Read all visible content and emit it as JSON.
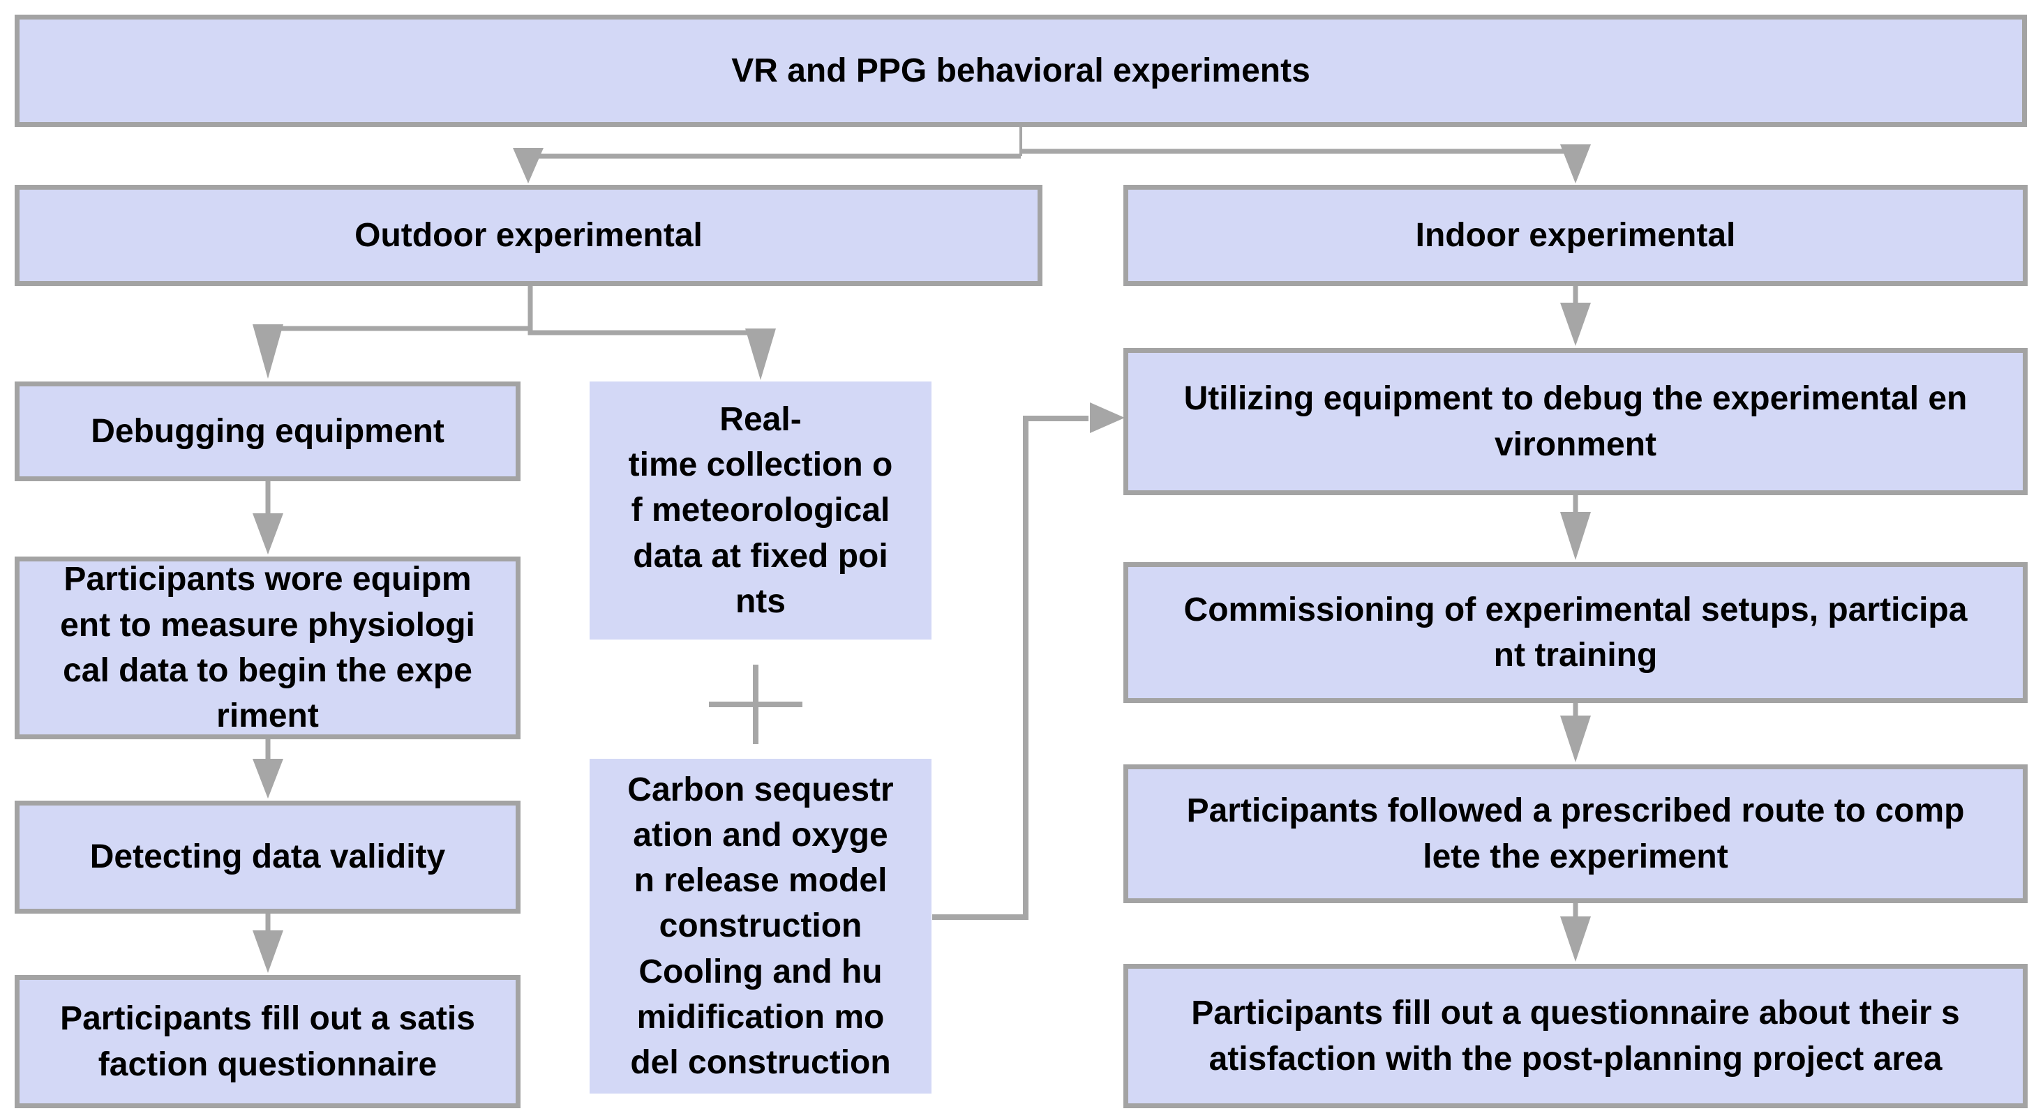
{
  "diagram": {
    "root": {
      "label": "VR and PPG behavioral experiments"
    },
    "outdoor": {
      "label": "Outdoor experimental",
      "steps": [
        [
          "Debugging equipment"
        ],
        [
          "Participants wore equipm",
          "ent to measure physiologi",
          "cal data to begin the expe",
          "riment"
        ],
        [
          "Detecting data validity"
        ],
        [
          "Participants fill out a satis",
          "faction questionnaire"
        ]
      ],
      "parallel": {
        "real_time_collection": [
          "Real-",
          "time collection o",
          "f meteorological",
          "data at fixed poi",
          "nts"
        ],
        "plus_operator": "+",
        "model_construction": [
          "Carbon sequestr",
          "ation and oxyge",
          "n release model",
          "construction",
          "Cooling and hu",
          "midification mo",
          "del construction"
        ]
      }
    },
    "indoor": {
      "label": "Indoor experimental",
      "steps": [
        [
          "Utilizing equipment to debug the experimental en",
          "vironment"
        ],
        [
          "Commissioning of experimental setups, participa",
          "nt training"
        ],
        [
          "Participants followed a prescribed route to comp",
          "lete the experiment"
        ],
        [
          "Participants fill out a questionnaire about their s",
          "atisfaction with the post-planning project area"
        ]
      ]
    },
    "colors": {
      "background": "#ffffff",
      "box_fill": "#d3d8f6",
      "box_border": "#a3a3a3",
      "connector": "#a6a6a6",
      "text": "#000000"
    }
  }
}
